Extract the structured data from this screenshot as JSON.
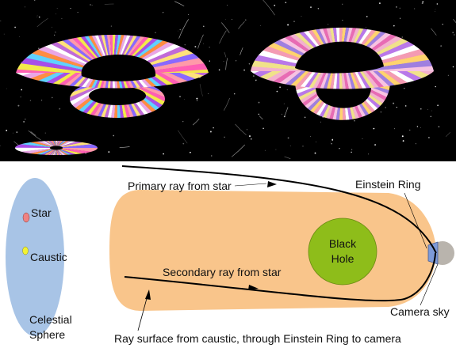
{
  "labels": {
    "star": "Star",
    "caustic": "Caustic",
    "celestial_sphere_line1": "Celestial",
    "celestial_sphere_line2": "Sphere",
    "primary_ray": "Primary ray from star",
    "einstein_ring": "Einstein Ring",
    "black_hole_line1": "Black",
    "black_hole_line2": "Hole",
    "secondary_ray": "Secondary ray from star",
    "camera_sky": "Camera sky",
    "ray_surface": "Ray surface from caustic, through Einstein Ring to camera"
  },
  "colors": {
    "space": "#000000",
    "celestial_sphere": "#a8c4e6",
    "star": "#ef8282",
    "caustic": "#f2f233",
    "ray_surface": "#f9c58b",
    "black_hole": "#8ebd1a",
    "camera_sky": "#b9b4ad",
    "ray": "#000000"
  },
  "disk_palette": [
    "#ff5fb4",
    "#f2ea4a",
    "#a64ee8",
    "#5fd2ff",
    "#ff8c42",
    "#e9a6e6",
    "#ffffff",
    "#c06ad8",
    "#ffe27a",
    "#8a68ff",
    "#ff9aa9"
  ],
  "disk_palette_right": [
    "#f3b1cf",
    "#f0e28a",
    "#b978e9",
    "#ffffff",
    "#f49bb3",
    "#ffd36e",
    "#9f7fe0",
    "#f7c3e2",
    "#e86bb4"
  ]
}
